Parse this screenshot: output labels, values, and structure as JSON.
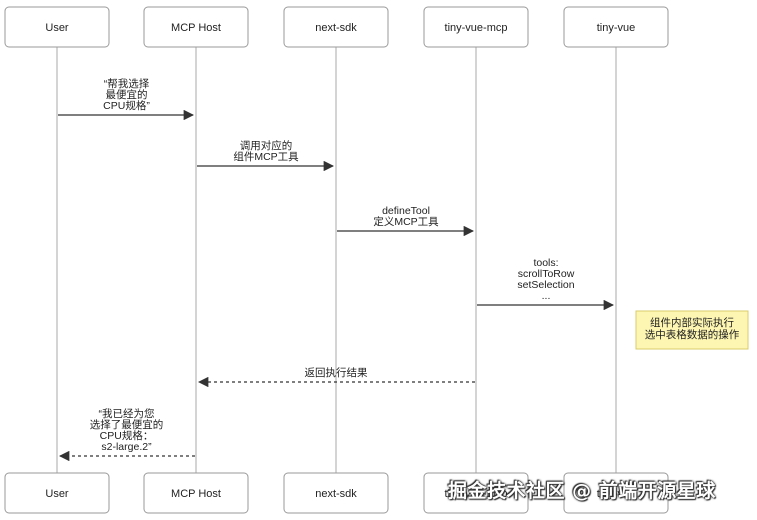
{
  "participants": [
    "User",
    "MCP Host",
    "next-sdk",
    "tiny-vue-mcp",
    "tiny-vue"
  ],
  "messages": [
    {
      "from": 0,
      "to": 1,
      "style": "solid",
      "lines": [
        "“帮我选择",
        "最便宜的",
        "CPU规格”"
      ]
    },
    {
      "from": 1,
      "to": 2,
      "style": "solid",
      "lines": [
        "调用对应的",
        "组件MCP工具"
      ]
    },
    {
      "from": 2,
      "to": 3,
      "style": "solid",
      "lines": [
        "defineTool",
        "定义MCP工具"
      ]
    },
    {
      "from": 3,
      "to": 4,
      "style": "solid",
      "lines": [
        "tools:",
        "scrollToRow",
        "setSelection",
        "..."
      ]
    },
    {
      "from": 3,
      "to": 1,
      "style": "dashed",
      "lines": [
        "返回执行结果"
      ]
    },
    {
      "from": 1,
      "to": 0,
      "style": "dashed",
      "lines": [
        "“我已经为您",
        "选择了最便宜的",
        "CPU规格：",
        "s2-large.2”"
      ]
    }
  ],
  "note": {
    "participant": 4,
    "lines": [
      "组件内部实际执行",
      "选中表格数据的操作"
    ]
  },
  "watermark": "掘金技术社区 @ 前端开源星球",
  "colors": {
    "box_border": "#999999",
    "lifeline": "#aaaaaa",
    "arrow": "#333333",
    "note_fill": "#fdf6b2",
    "note_border": "#d9cc6a"
  }
}
